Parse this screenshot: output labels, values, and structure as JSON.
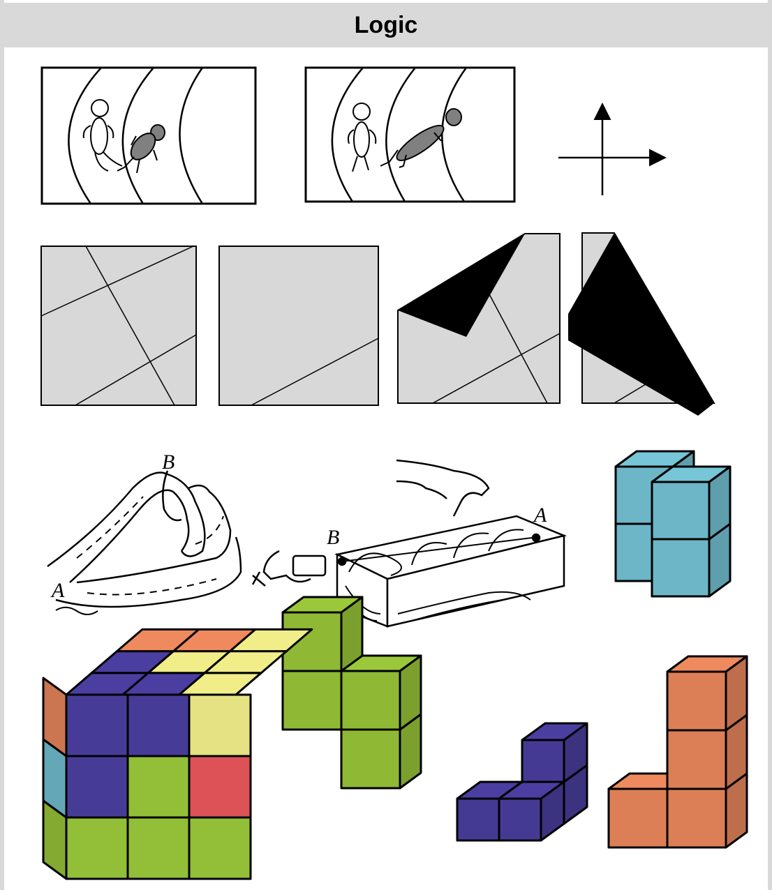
{
  "header": {
    "title": "Logic"
  },
  "labels": {
    "river_b": "B",
    "river_a": "A",
    "wood_b": "B",
    "wood_a": "A"
  },
  "colors": {
    "header_bg": "#d9d9d9",
    "paper": "#d8d8d8",
    "cube_orange": "#ef8a5f",
    "cube_yellow": "#f1ee8a",
    "cube_purple": "#4a3fa0",
    "cube_green": "#9bc83a",
    "cube_blue": "#76c6d8",
    "cube_red": "#e8565c"
  }
}
